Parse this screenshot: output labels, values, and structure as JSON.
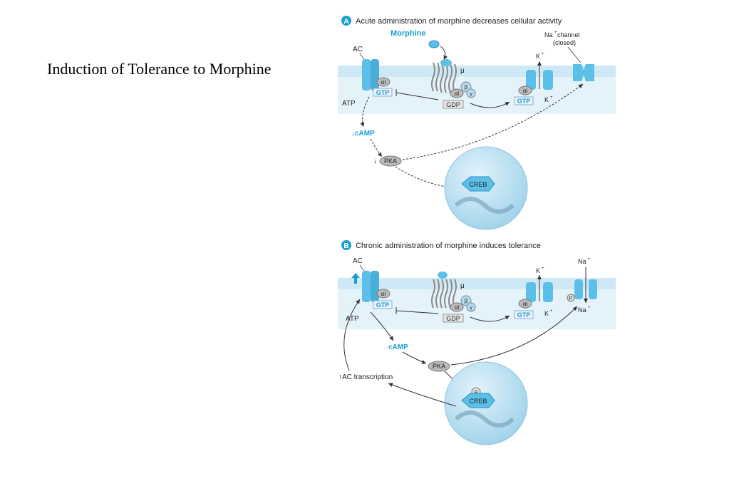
{
  "slide": {
    "title": "Induction of Tolerance to Morphine"
  },
  "panel_a": {
    "badge": "A",
    "heading": "Acute administration of morphine decreases cellular activity",
    "morphine": "Morphine",
    "ac": "AC",
    "mu": "μ",
    "na_channel_1": "Na",
    "na_channel_sup": "+",
    "na_channel_2": " channel",
    "na_channel_3": "(closed)",
    "k": "K",
    "k_sup": "+",
    "alpha_i": "αi",
    "beta": "β",
    "gamma": "γ",
    "gtp": "GTP",
    "gdp": "GDP",
    "atp": "ATP",
    "camp": "↓cAMP",
    "pka": "PKA",
    "pka_arrow": "↓",
    "creb": "CREB"
  },
  "panel_b": {
    "badge": "B",
    "heading": "Chronic administration of morphine induces tolerance",
    "ac": "AC",
    "mu": "μ",
    "na": "Na",
    "na_sup": "+",
    "k": "K",
    "k_sup": "+",
    "alpha_i": "αi",
    "beta": "β",
    "gamma": "γ",
    "gtp": "GTP",
    "gdp": "GDP",
    "atp": "ATP",
    "camp": "cAMP",
    "pka": "PKA",
    "p": "P",
    "creb": "CREB",
    "ac_transcription": "↑AC transcription"
  },
  "colors": {
    "membrane": "#d6ecf7",
    "protein": "#5bbfe8",
    "accent": "#1a9fd0",
    "nucleus": "#b9dff2"
  }
}
